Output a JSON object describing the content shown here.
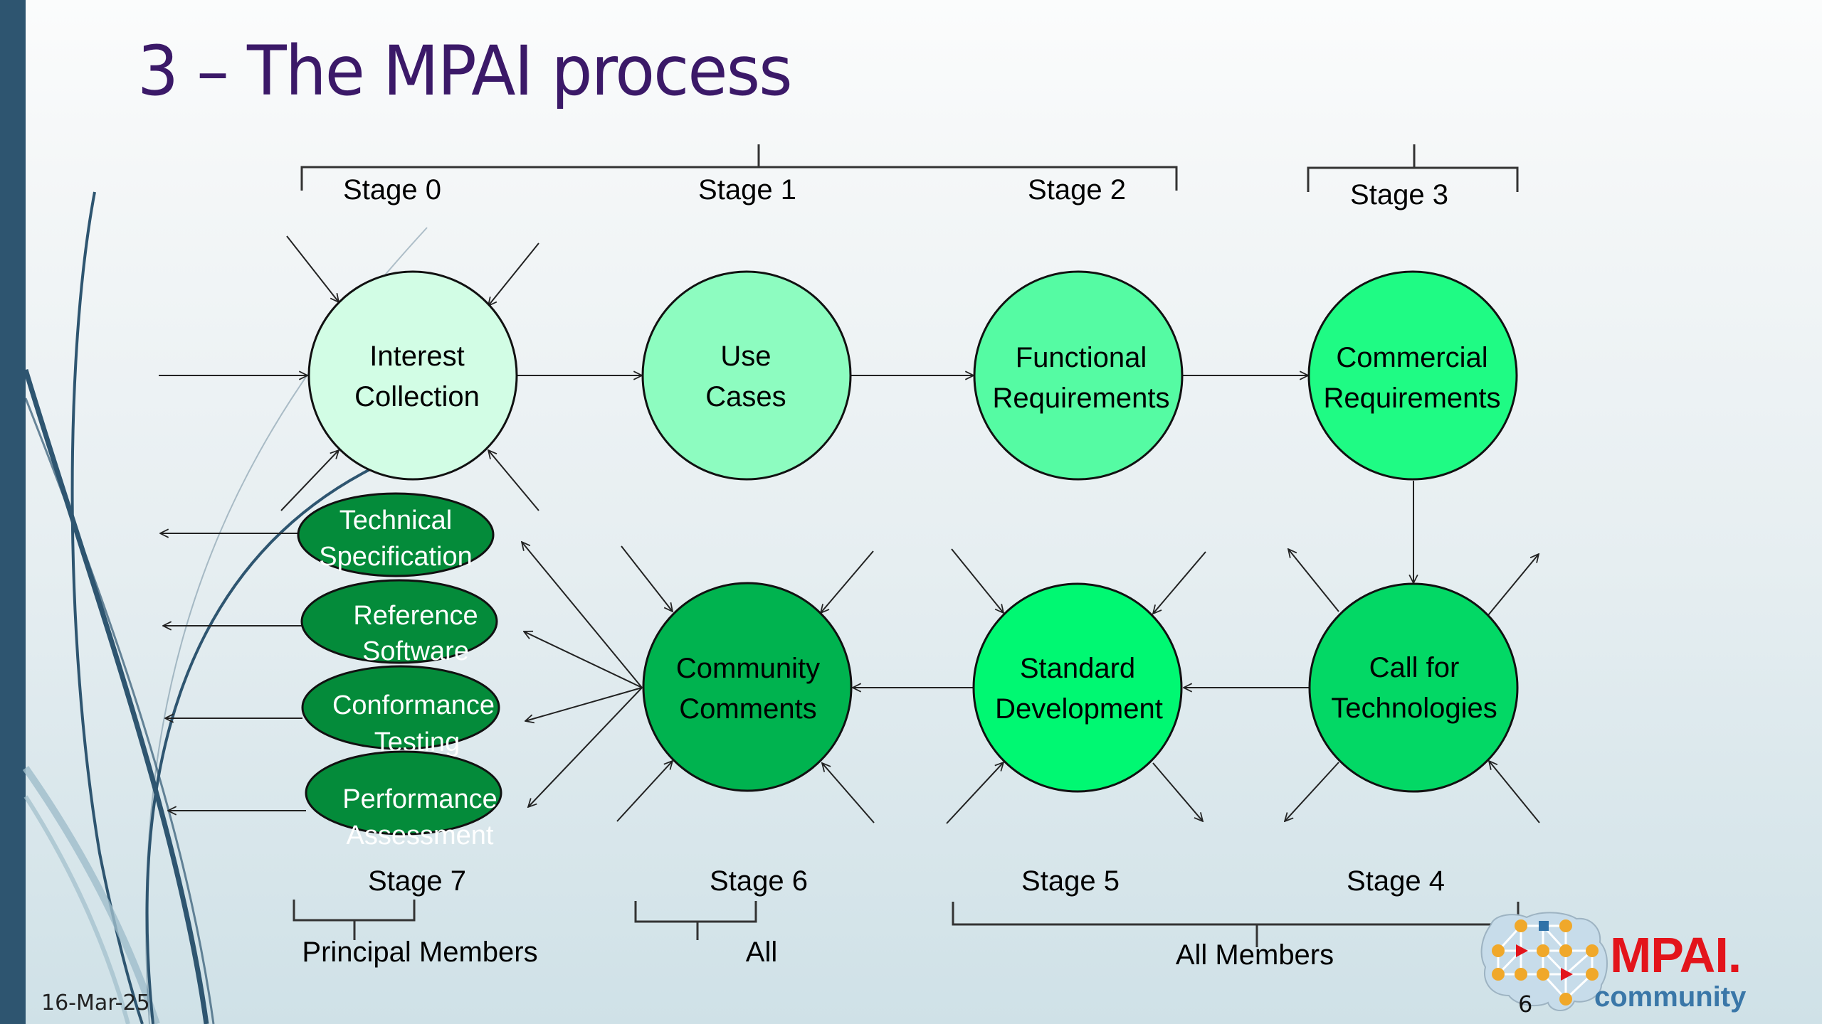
{
  "slide": {
    "title": "3 – The MPAI process",
    "date": "16-Mar-25",
    "page_number": "6"
  },
  "logo": {
    "name": "MPAI.",
    "subtitle": "community",
    "colors": {
      "red": "#e3141b",
      "blue": "#3a77a8",
      "node": "#f0a82a"
    }
  },
  "stages_top": [
    {
      "label": "Stage 0"
    },
    {
      "label": "Stage 1"
    },
    {
      "label": "Stage 2"
    },
    {
      "label": "Stage 3"
    }
  ],
  "stages_bottom": [
    {
      "label": "Stage 7"
    },
    {
      "label": "Stage 6"
    },
    {
      "label": "Stage 5"
    },
    {
      "label": "Stage 4"
    }
  ],
  "groups": {
    "principal_members": "Principal Members",
    "all": "All",
    "all_members": "All Members"
  },
  "nodes": {
    "interest_collection": {
      "line1": "Interest",
      "line2": "Collection",
      "color": "#d2fde5"
    },
    "use_cases": {
      "line1": "Use",
      "line2": "Cases",
      "color": "#8dfcc0"
    },
    "functional_requirements": {
      "line1": "Functional",
      "line2": "Requirements",
      "color": "#55fba3"
    },
    "commercial_requirements": {
      "line1": "Commercial",
      "line2": "Requirements",
      "color": "#1ffb84"
    },
    "call_for_technologies": {
      "line1": "Call for",
      "line2": "Technologies",
      "color": "#03d865"
    },
    "standard_development": {
      "line1": "Standard",
      "line2": "Development",
      "color": "#00f872"
    },
    "community_comments": {
      "line1": "Community",
      "line2": "Comments",
      "color": "#00b34f"
    }
  },
  "deliverables": [
    {
      "line1": "Technical",
      "line2": "Specification"
    },
    {
      "line1": "Reference",
      "line2": "Software"
    },
    {
      "line1": "Conformance",
      "line2": "Testing"
    },
    {
      "line1": "Performance",
      "line2": "Assessment"
    }
  ],
  "deliverable_color": "#048b3a"
}
